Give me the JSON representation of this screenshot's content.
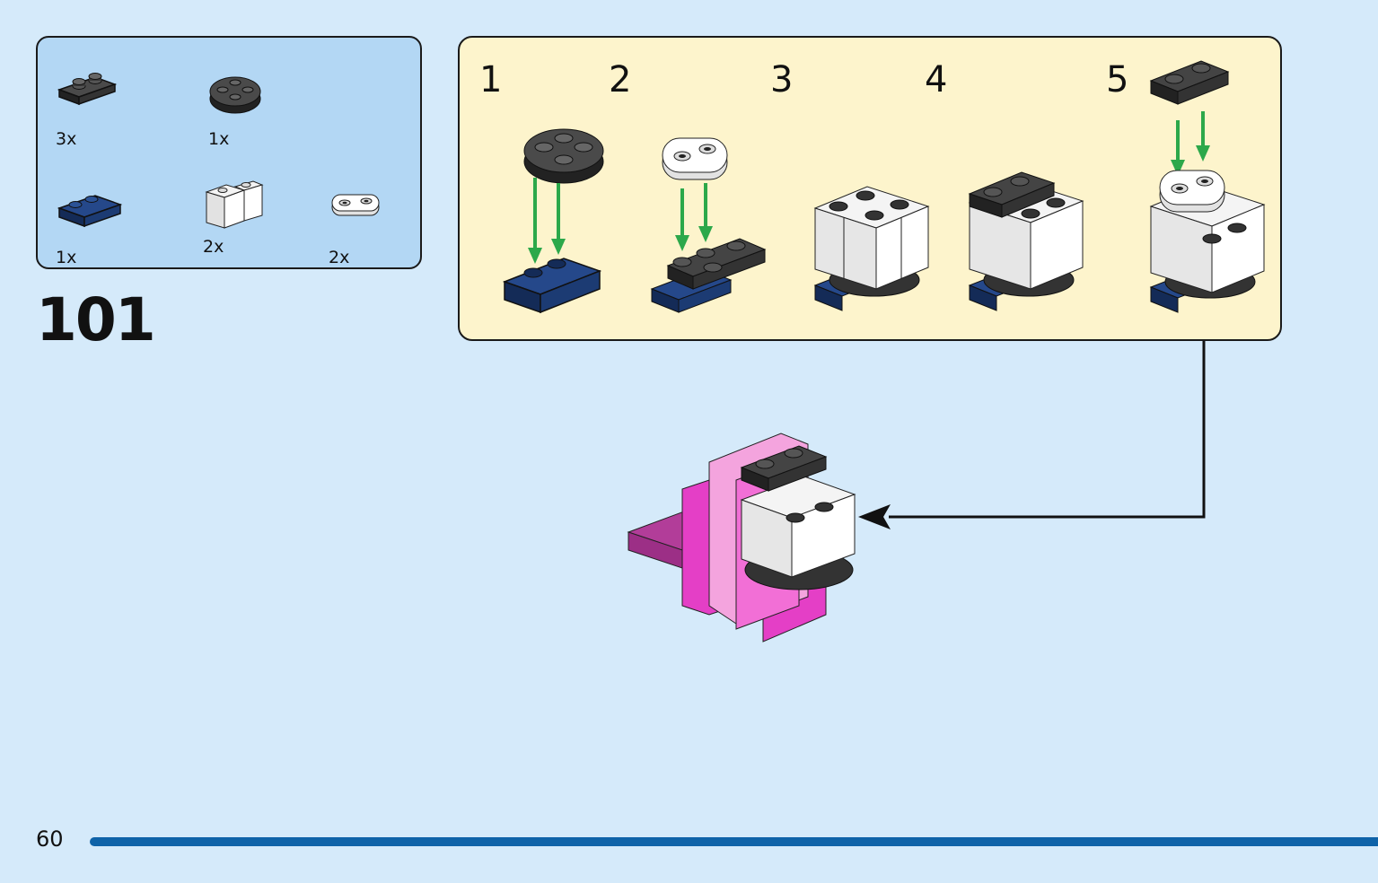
{
  "page": {
    "number": "60",
    "step_number": "101",
    "bar_color": "#0f63a8",
    "background": "#d5eafa"
  },
  "parts_list": {
    "background": "#b3d7f4",
    "items": [
      {
        "name": "black-plate-1x2",
        "qty": "3x",
        "color": "#2e2e2e"
      },
      {
        "name": "black-round-plate-2x2",
        "qty": "1x",
        "color": "#2e2e2e"
      },
      {
        "name": "dark-blue-plate-1x2-rail",
        "qty": "1x",
        "color": "#1c3b73"
      },
      {
        "name": "white-brick-1x1-clip",
        "qty": "2x",
        "color": "#ffffff"
      },
      {
        "name": "white-plate-1x2-rounded",
        "qty": "2x",
        "color": "#ffffff"
      }
    ]
  },
  "substeps": {
    "background": "#fdf4cc",
    "arrow_color": "#2ca84a",
    "labels": [
      "1",
      "2",
      "3",
      "4",
      "5"
    ]
  },
  "model": {
    "colors": {
      "magenta": "#e43fc6",
      "pink": "#f4a4de",
      "dark_magenta": "#9c2f86"
    }
  }
}
